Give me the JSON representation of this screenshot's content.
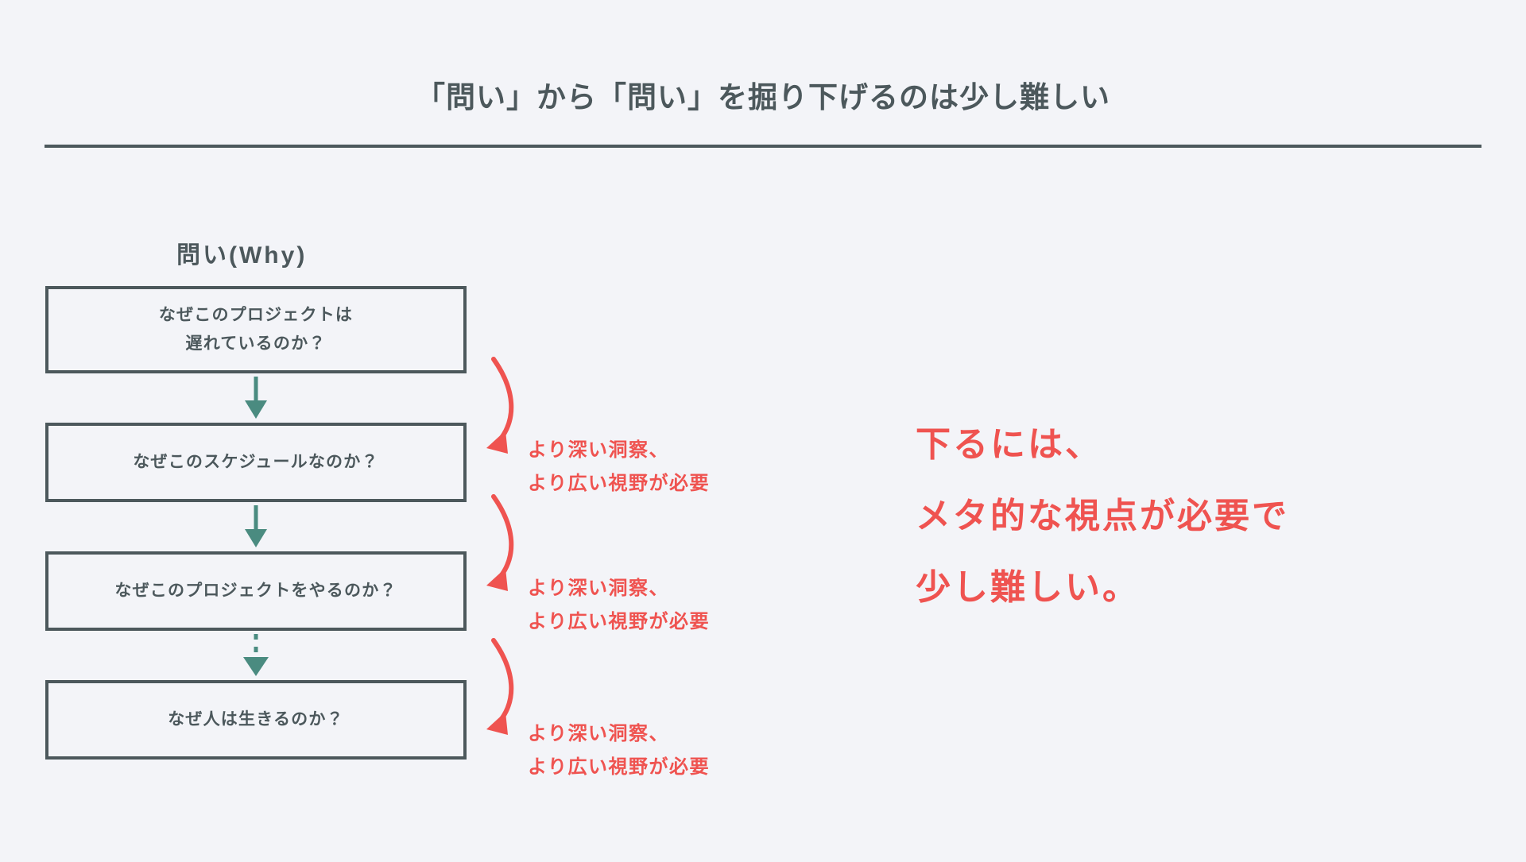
{
  "page": {
    "background_color": "#f3f4f8",
    "ink_color": "#4c585c",
    "accent_red": "#ef5350",
    "accent_teal": "#4a8b80"
  },
  "header": {
    "title": "「問い」から「問い」を掘り下げるのは少し難しい"
  },
  "flow": {
    "column_label": "問い(Why)",
    "boxes": [
      {
        "lines": [
          "なぜこのプロジェクトは",
          "遅れているのか？"
        ]
      },
      {
        "lines": [
          "なぜこのスケジュールなのか？"
        ]
      },
      {
        "lines": [
          "なぜこのプロジェクトをやるのか？"
        ]
      },
      {
        "lines": [
          "なぜ人は生きるのか？"
        ]
      }
    ],
    "connectors": [
      {
        "style": "solid"
      },
      {
        "style": "solid"
      },
      {
        "style": "dashed"
      }
    ]
  },
  "annotations": [
    {
      "lines": [
        "より深い洞察、",
        "より広い視野が必要"
      ]
    },
    {
      "lines": [
        "より深い洞察、",
        "より広い視野が必要"
      ]
    },
    {
      "lines": [
        "より深い洞察、",
        "より広い視野が必要"
      ]
    }
  ],
  "conclusion": {
    "lines": [
      "下るには、",
      "メタ的な視点が必要で",
      "少し難しい。"
    ]
  }
}
